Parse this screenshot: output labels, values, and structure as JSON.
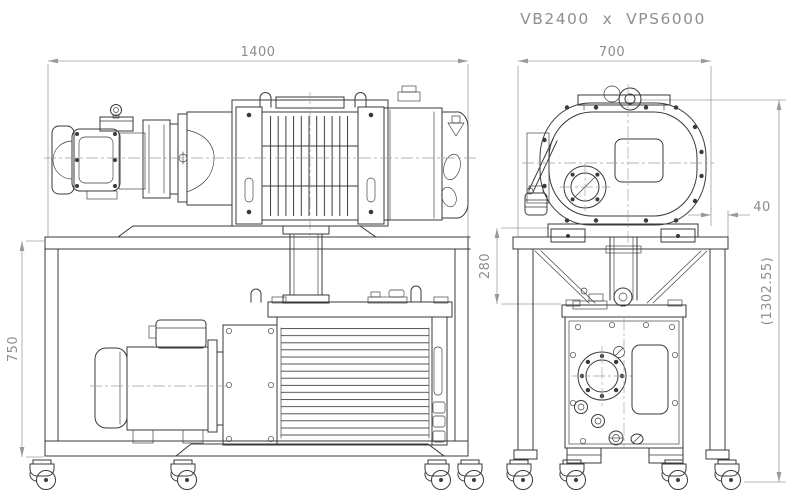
{
  "title": "VB2400  x  VPS6000",
  "dimensions": {
    "front_overall_width": "1400",
    "frame_height": "750",
    "side_overall_width": "700",
    "pipe_section_height": "280",
    "side_offset": "40",
    "overall_height": "(1302.55)"
  },
  "colors": {
    "line": "#3a3a3a",
    "dimension_line": "#a0a0a0",
    "dimension_text": "#8c8c8c",
    "background": "#ffffff"
  }
}
